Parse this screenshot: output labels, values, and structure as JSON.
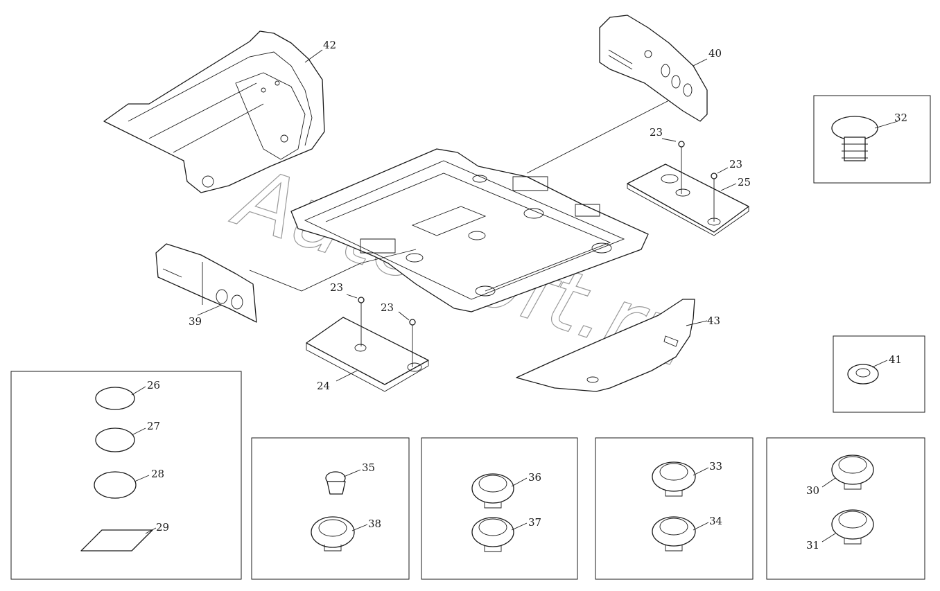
{
  "watermark": "AutoSoft.ru",
  "callouts": {
    "c42": "42",
    "c40": "40",
    "c32": "32",
    "c23a": "23",
    "c23b": "23",
    "c25": "25",
    "c39": "39",
    "c23c": "23",
    "c23d": "23",
    "c24": "24",
    "c43": "43",
    "c41": "41",
    "c26": "26",
    "c27": "27",
    "c28": "28",
    "c29": "29",
    "c35": "35",
    "c38": "38",
    "c36": "36",
    "c37": "37",
    "c33": "33",
    "c34": "34",
    "c30": "30",
    "c31": "31"
  }
}
